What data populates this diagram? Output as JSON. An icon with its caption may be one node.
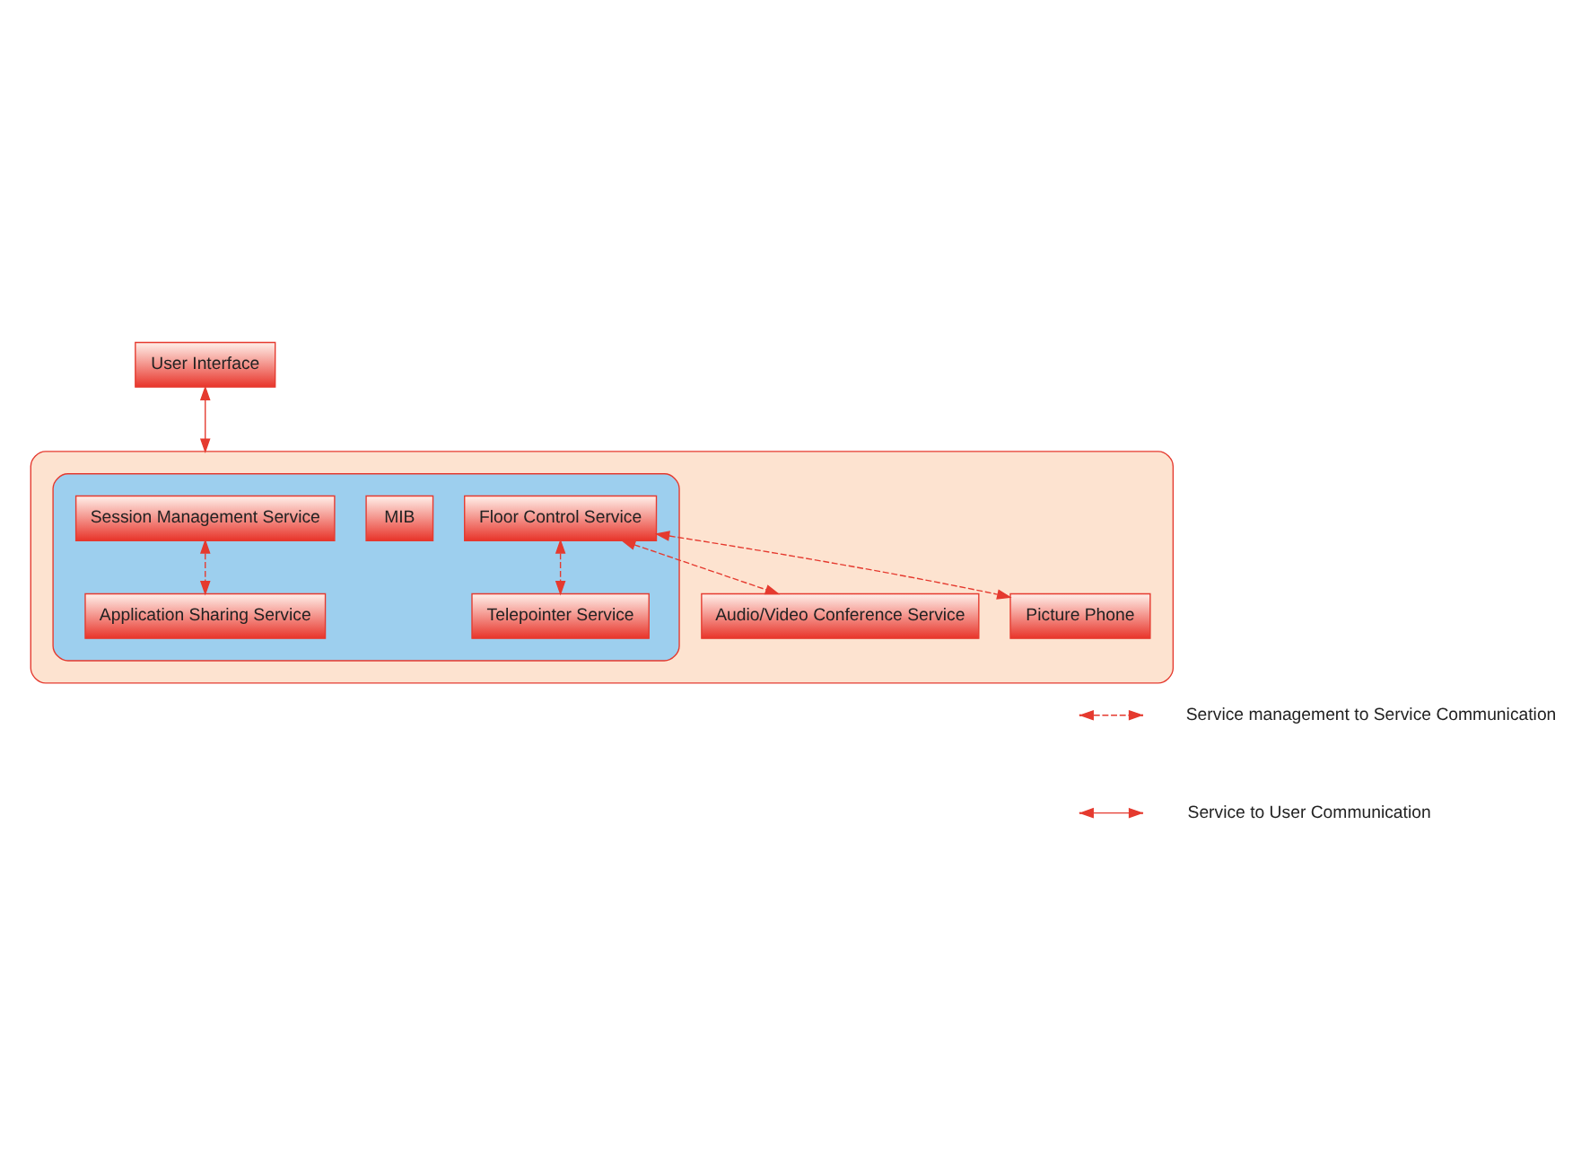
{
  "diagram": {
    "nodes": [
      {
        "text": [],
        "shape": "box"
      },
      {
        "text": [],
        "shape": "box",
        "in": 0
      },
      {
        "text": [
          "User Interface"
        ]
      },
      {
        "text": [
          "Session Management Service"
        ],
        "in": 1
      },
      {
        "text": [
          "MIB"
        ],
        "in": 1
      },
      {
        "text": [
          "Floor Control Service"
        ],
        "in": 1
      },
      {
        "text": [
          "Application Sharing Service"
        ],
        "in": 1
      },
      {
        "text": [
          "Telepointer Service"
        ],
        "in": 1
      },
      {
        "text": [
          "Audio/Video Conference Service"
        ],
        "in": 0
      },
      {
        "text": [
          "Picture Phone"
        ],
        "in": 0
      }
    ],
    "edges": [
      {
        "from": 2,
        "to": 0,
        "arrow": "both"
      },
      {
        "from": 3,
        "to": 6,
        "arrow": "both",
        "style": "dashed"
      },
      {
        "from": 5,
        "to": 7,
        "arrow": "both",
        "style": "dashed"
      },
      {
        "from": 5,
        "to": 8,
        "arrow": "both",
        "style": "dashed"
      },
      {
        "from": 5,
        "to": 9,
        "arrow": "both",
        "style": "dashed"
      }
    ],
    "legend": [
      {
        "text": "Service management to Service Communication"
      },
      {
        "text": "Service to User Communication"
      }
    ]
  }
}
